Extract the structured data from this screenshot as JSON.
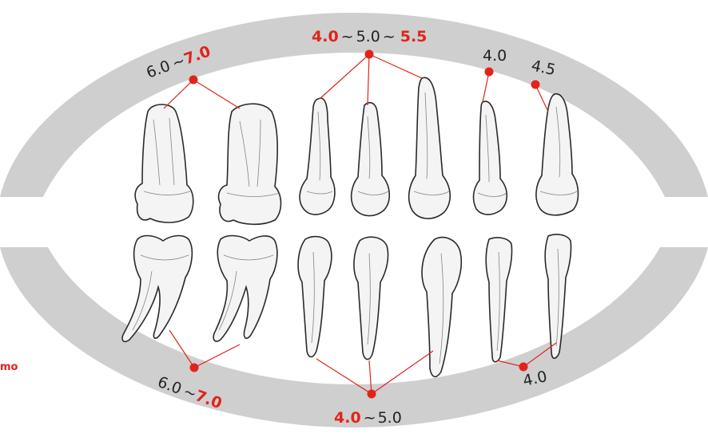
{
  "side_text": "mo",
  "colors": {
    "ring": "#cfcfcf",
    "accent": "#e2231a",
    "text": "#222222"
  },
  "labels": {
    "upper_molar": {
      "low": "6.0",
      "sep": "~",
      "high": "7.0"
    },
    "upper_front": {
      "low": "4.0",
      "sep1": "~",
      "mid": "5.0",
      "sep2": "~",
      "high": "5.5"
    },
    "upper_premolar_1": "4.0",
    "upper_premolar_2": "4.5",
    "lower_molar": {
      "low": "6.0",
      "sep": "~",
      "high": "7.0"
    },
    "lower_front": {
      "low": "4.0",
      "sep": "~",
      "high": "5.0"
    },
    "lower_premolar": "4.0"
  }
}
